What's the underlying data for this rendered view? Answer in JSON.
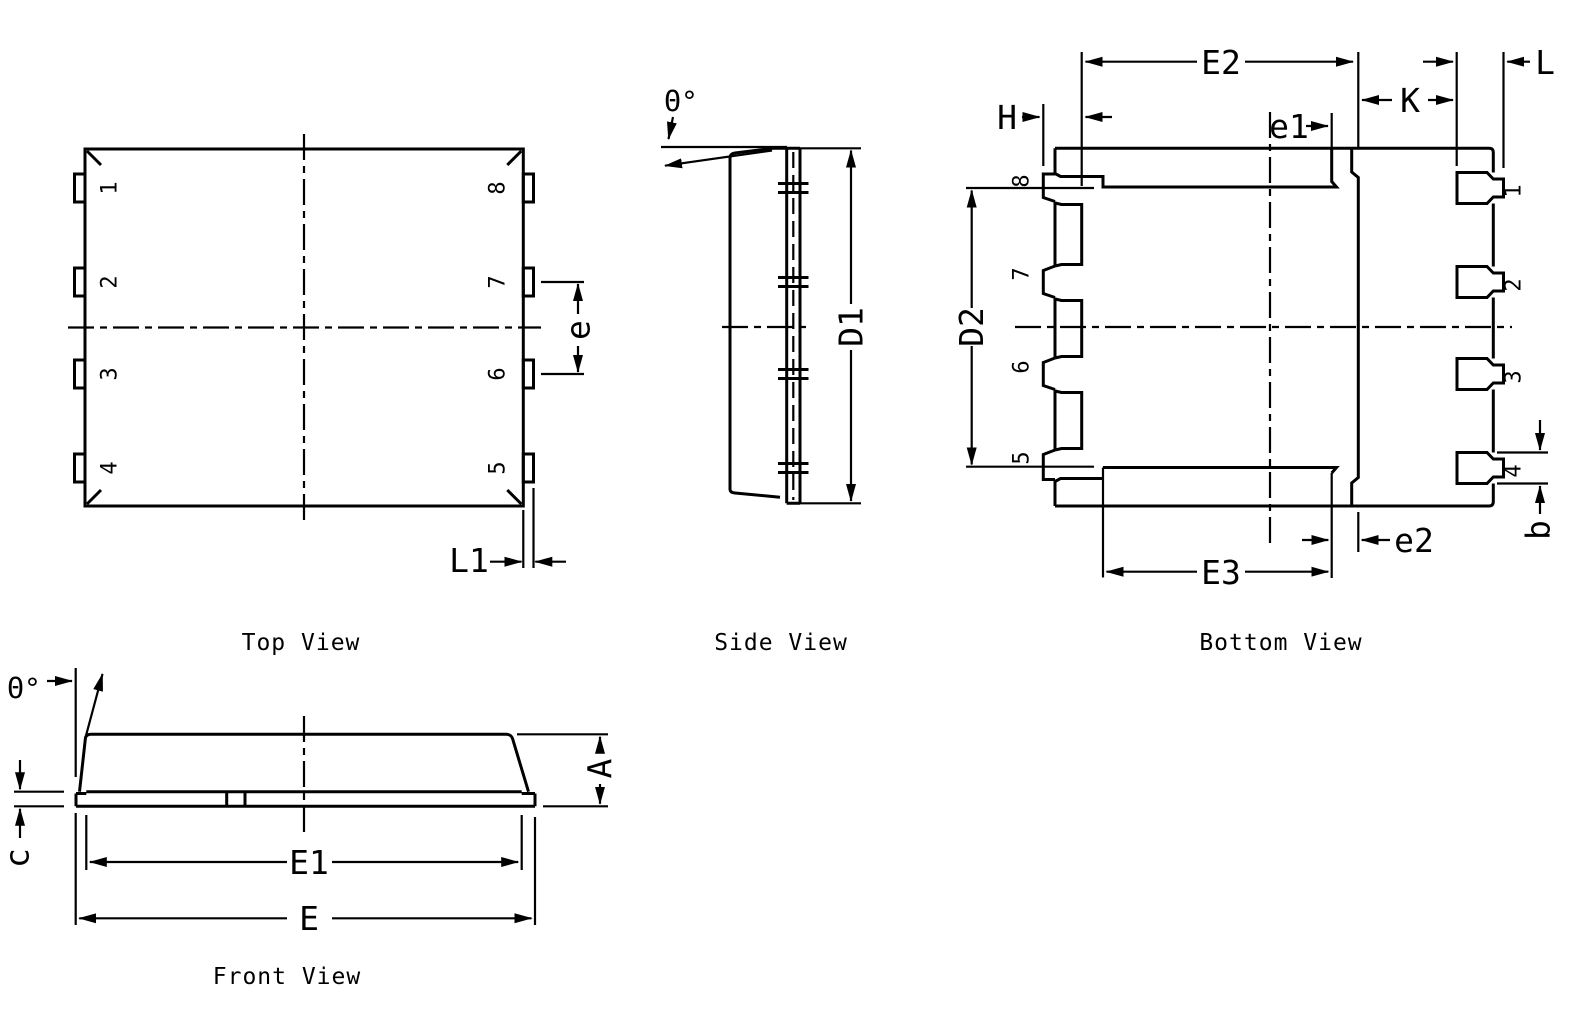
{
  "drawing": {
    "colors": {
      "ink": "#000000",
      "background": "#ffffff"
    },
    "views": {
      "top": {
        "title": "Top View",
        "pins_left": [
          "1",
          "2",
          "3",
          "4"
        ],
        "pins_right": [
          "8",
          "7",
          "6",
          "5"
        ],
        "dims": {
          "e": "e",
          "l1": "L1"
        }
      },
      "side": {
        "title": "Side View",
        "dims": {
          "theta": "Θ°",
          "d1": "D1"
        }
      },
      "bottom": {
        "title": "Bottom View",
        "pins_left": [
          "8",
          "7",
          "6",
          "5"
        ],
        "pins_right": [
          "1",
          "2",
          "3",
          "4"
        ],
        "dims": {
          "E2": "E2",
          "H": "H",
          "e1": "e1",
          "K": "K",
          "L": "L",
          "D2": "D2",
          "E3": "E3",
          "e2": "e2",
          "b": "b"
        }
      },
      "front": {
        "title": "Front View",
        "dims": {
          "theta": "Θ°",
          "A": "A",
          "c": "c",
          "E1": "E1",
          "E": "E"
        }
      }
    }
  }
}
